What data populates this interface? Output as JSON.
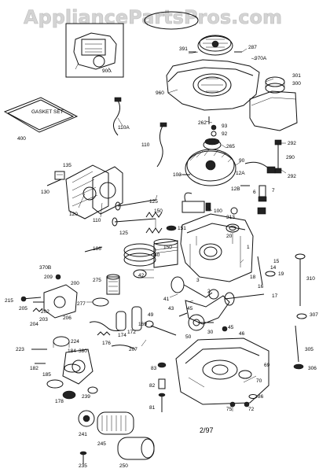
{
  "watermark": "AppliancePartsPros.com",
  "date_code": "2/97",
  "gasket_set_label": "GASKET SET",
  "labels": [
    {
      "id": "p391",
      "text": "391"
    },
    {
      "id": "p287",
      "text": "287"
    },
    {
      "id": "p970A",
      "text": "970A"
    },
    {
      "id": "p900",
      "text": "900"
    },
    {
      "id": "p301",
      "text": "301"
    },
    {
      "id": "p300",
      "text": "300"
    },
    {
      "id": "p960",
      "text": "960"
    },
    {
      "id": "p400",
      "text": "400"
    },
    {
      "id": "p110A",
      "text": "110A"
    },
    {
      "id": "p110",
      "text": "110"
    },
    {
      "id": "p262",
      "text": "262"
    },
    {
      "id": "p93",
      "text": "93"
    },
    {
      "id": "p92",
      "text": "92"
    },
    {
      "id": "p265",
      "text": "265"
    },
    {
      "id": "p292a",
      "text": "292"
    },
    {
      "id": "p290",
      "text": "290"
    },
    {
      "id": "p292b",
      "text": "292"
    },
    {
      "id": "p135",
      "text": "135"
    },
    {
      "id": "p103",
      "text": "103"
    },
    {
      "id": "p90",
      "text": "90"
    },
    {
      "id": "p12A",
      "text": "12A"
    },
    {
      "id": "p12B",
      "text": "12B"
    },
    {
      "id": "p6",
      "text": "6"
    },
    {
      "id": "p7",
      "text": "7"
    },
    {
      "id": "p130",
      "text": "130"
    },
    {
      "id": "p120",
      "text": "120"
    },
    {
      "id": "p110b",
      "text": "110"
    },
    {
      "id": "p125a",
      "text": "125"
    },
    {
      "id": "p125b",
      "text": "125"
    },
    {
      "id": "p150a",
      "text": "150"
    },
    {
      "id": "p151",
      "text": "151"
    },
    {
      "id": "p100",
      "text": "100"
    },
    {
      "id": "p313",
      "text": "313"
    },
    {
      "id": "p20",
      "text": "20"
    },
    {
      "id": "p186",
      "text": "186"
    },
    {
      "id": "p150b",
      "text": "150"
    },
    {
      "id": "p40",
      "text": "40"
    },
    {
      "id": "p1",
      "text": "1"
    },
    {
      "id": "p15",
      "text": "15"
    },
    {
      "id": "p14",
      "text": "14"
    },
    {
      "id": "p310",
      "text": "310"
    },
    {
      "id": "p19",
      "text": "19"
    },
    {
      "id": "p16",
      "text": "16"
    },
    {
      "id": "p18",
      "text": "18"
    },
    {
      "id": "p17",
      "text": "17"
    },
    {
      "id": "p370B",
      "text": "370B"
    },
    {
      "id": "p209",
      "text": "209"
    },
    {
      "id": "p200",
      "text": "200"
    },
    {
      "id": "p275",
      "text": "275"
    },
    {
      "id": "p42",
      "text": "42"
    },
    {
      "id": "p41",
      "text": "41"
    },
    {
      "id": "p43",
      "text": "43"
    },
    {
      "id": "p3",
      "text": "3"
    },
    {
      "id": "p45a",
      "text": "45"
    },
    {
      "id": "p2",
      "text": "2"
    },
    {
      "id": "p215",
      "text": "215"
    },
    {
      "id": "p205",
      "text": "205"
    },
    {
      "id": "p202",
      "text": "202"
    },
    {
      "id": "p203",
      "text": "203"
    },
    {
      "id": "p204",
      "text": "204"
    },
    {
      "id": "p206",
      "text": "206"
    },
    {
      "id": "p277",
      "text": "277"
    },
    {
      "id": "p49",
      "text": "49"
    },
    {
      "id": "p169",
      "text": "169"
    },
    {
      "id": "p172",
      "text": "172"
    },
    {
      "id": "p174",
      "text": "174"
    },
    {
      "id": "p30",
      "text": "30"
    },
    {
      "id": "p46",
      "text": "46"
    },
    {
      "id": "p45b",
      "text": "45"
    },
    {
      "id": "p307",
      "text": "307"
    },
    {
      "id": "p224",
      "text": "224"
    },
    {
      "id": "p207",
      "text": "207"
    },
    {
      "id": "p176",
      "text": "176"
    },
    {
      "id": "p50",
      "text": "50"
    },
    {
      "id": "p305",
      "text": "305"
    },
    {
      "id": "p223",
      "text": "223"
    },
    {
      "id": "p184",
      "text": "184"
    },
    {
      "id": "p380",
      "text": "380"
    },
    {
      "id": "p182",
      "text": "182"
    },
    {
      "id": "p185",
      "text": "185"
    },
    {
      "id": "p83",
      "text": "83"
    },
    {
      "id": "p69",
      "text": "69"
    },
    {
      "id": "p306",
      "text": "306"
    },
    {
      "id": "p70",
      "text": "70"
    },
    {
      "id": "p178",
      "text": "178"
    },
    {
      "id": "p239",
      "text": "239"
    },
    {
      "id": "p82",
      "text": "82"
    },
    {
      "id": "p81",
      "text": "81"
    },
    {
      "id": "p86",
      "text": "86"
    },
    {
      "id": "p75",
      "text": "75"
    },
    {
      "id": "p72",
      "text": "72"
    },
    {
      "id": "p241",
      "text": "241"
    },
    {
      "id": "p245",
      "text": "245"
    },
    {
      "id": "p250",
      "text": "250"
    },
    {
      "id": "p235",
      "text": "235"
    }
  ]
}
